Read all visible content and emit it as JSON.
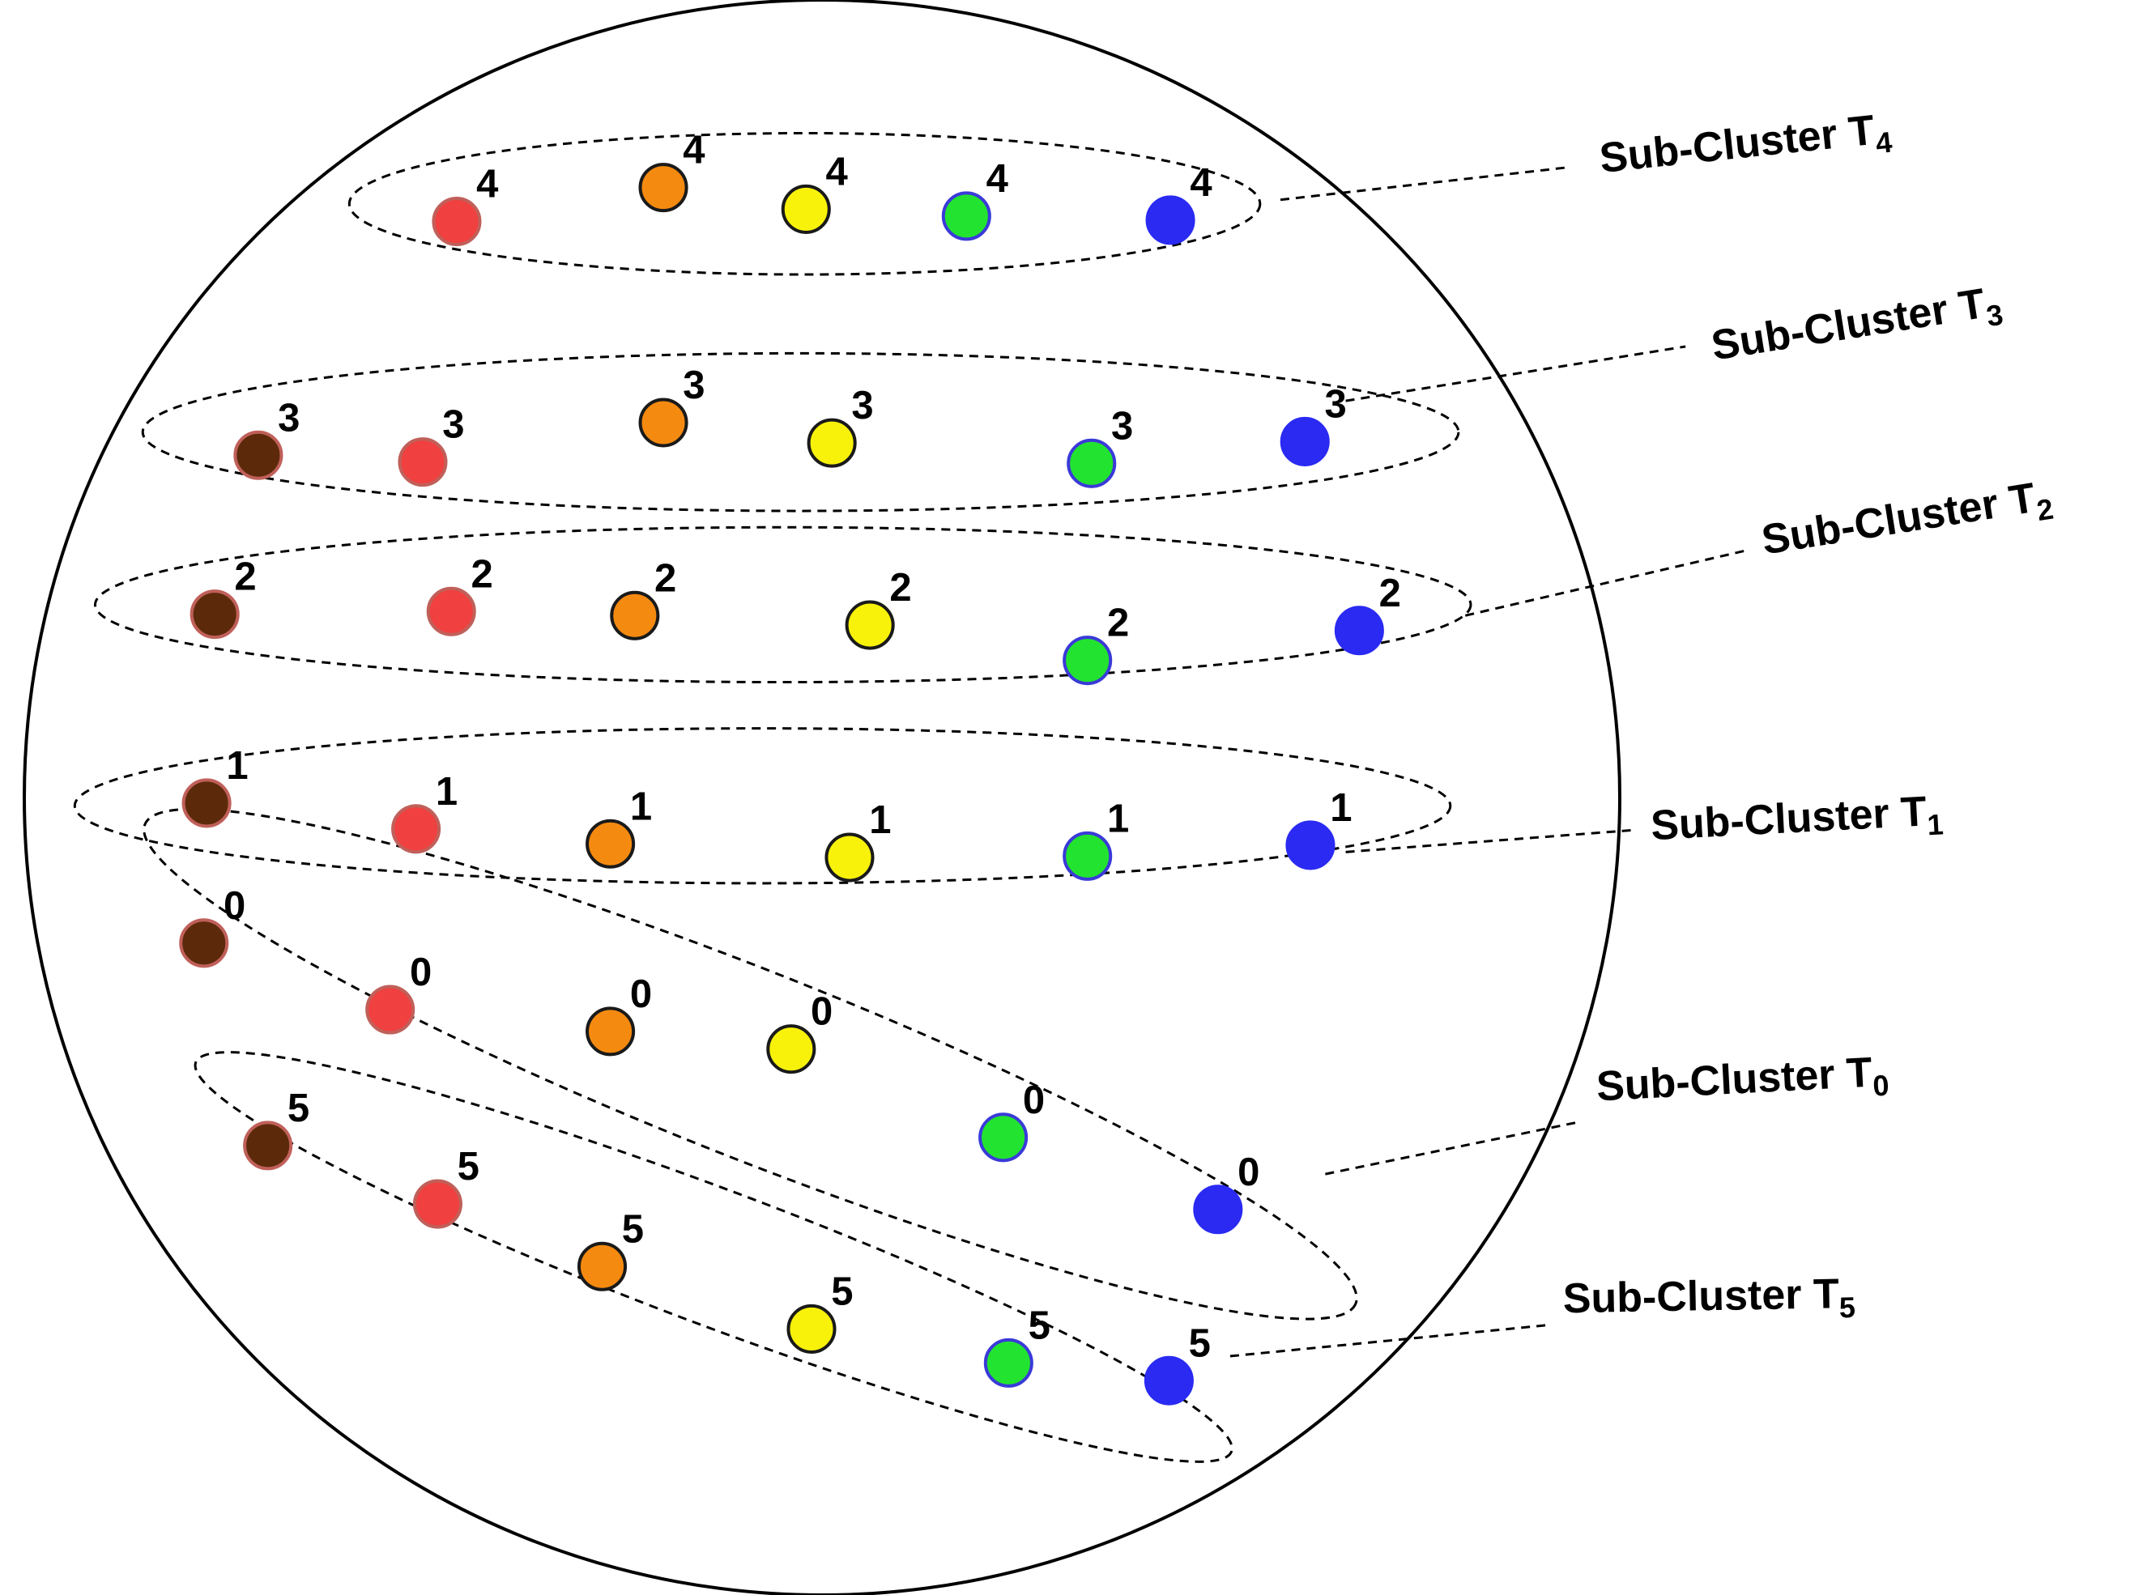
{
  "colors": {
    "brown": {
      "fill": "#5c2a0a",
      "stroke": "#c0605a"
    },
    "red": {
      "fill": "#f04040",
      "stroke": "#c0605a"
    },
    "orange": {
      "fill": "#f58a10",
      "stroke": "#1a1a1a"
    },
    "yellow": {
      "fill": "#f8f20a",
      "stroke": "#1a1a1a"
    },
    "green": {
      "fill": "#22e430",
      "stroke": "#3a3ad8"
    },
    "blue": {
      "fill": "#2a2af2",
      "stroke": "#2a2af2"
    }
  },
  "clusters": [
    {
      "id": "T4",
      "label": "Sub-Cluster T",
      "subscript": "4",
      "node_label": "4",
      "members": [
        "red",
        "orange",
        "yellow",
        "green",
        "blue"
      ]
    },
    {
      "id": "T3",
      "label": "Sub-Cluster T",
      "subscript": "3",
      "node_label": "3",
      "members": [
        "brown",
        "red",
        "orange",
        "yellow",
        "green",
        "blue"
      ]
    },
    {
      "id": "T2",
      "label": "Sub-Cluster T",
      "subscript": "2",
      "node_label": "2",
      "members": [
        "brown",
        "red",
        "orange",
        "yellow",
        "green",
        "blue"
      ]
    },
    {
      "id": "T1",
      "label": "Sub-Cluster T",
      "subscript": "1",
      "node_label": "1",
      "members": [
        "brown",
        "red",
        "orange",
        "yellow",
        "green",
        "blue"
      ]
    },
    {
      "id": "T0",
      "label": "Sub-Cluster T",
      "subscript": "0",
      "node_label": "0",
      "members": [
        "brown",
        "red",
        "orange",
        "yellow",
        "green",
        "blue"
      ]
    },
    {
      "id": "T5",
      "label": "Sub-Cluster T",
      "subscript": "5",
      "node_label": "5",
      "members": [
        "brown",
        "red",
        "orange",
        "yellow",
        "green",
        "blue"
      ]
    }
  ]
}
